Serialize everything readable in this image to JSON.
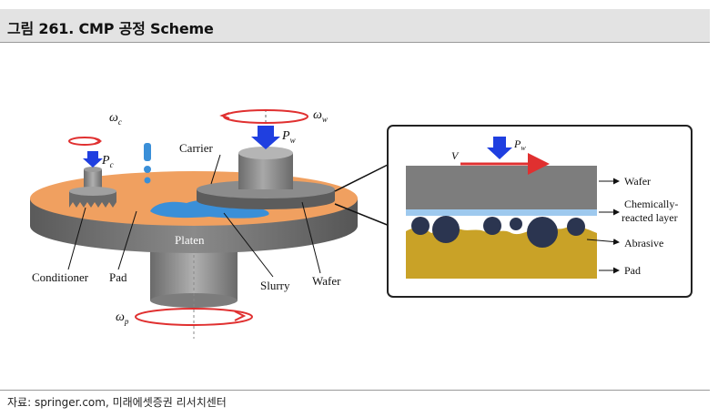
{
  "header": {
    "title": "그림 261. CMP 공정 Scheme"
  },
  "diagram": {
    "omega_c": "ω",
    "omega_c_sub": "c",
    "p_c": "P",
    "p_c_sub": "c",
    "omega_w": "ω",
    "omega_w_sub": "w",
    "p_w": "P",
    "p_w_sub": "w",
    "carrier": "Carrier",
    "platen": "Platen",
    "conditioner": "Conditioner",
    "pad": "Pad",
    "slurry": "Slurry",
    "wafer": "Wafer",
    "omega_p": "ω",
    "omega_p_sub": "p"
  },
  "inset": {
    "v": "V",
    "p_w": "P",
    "p_w_sub": "w",
    "wafer": "Wafer",
    "chem_1": "Chemically-",
    "chem_2": "reacted layer",
    "abrasive": "Abrasive",
    "pad": "Pad"
  },
  "colors": {
    "pad": "#f0a060",
    "platen": "#6f6f6f",
    "slurry": "#3a8fd8",
    "arrow_blue": "#1f3fe0",
    "arrow_red": "#e03030",
    "inset_pad": "#c9a227",
    "abrasive": "#2b3550"
  },
  "footer": {
    "source": "자료: springer.com, 미래에셋증권 리서치센터"
  }
}
